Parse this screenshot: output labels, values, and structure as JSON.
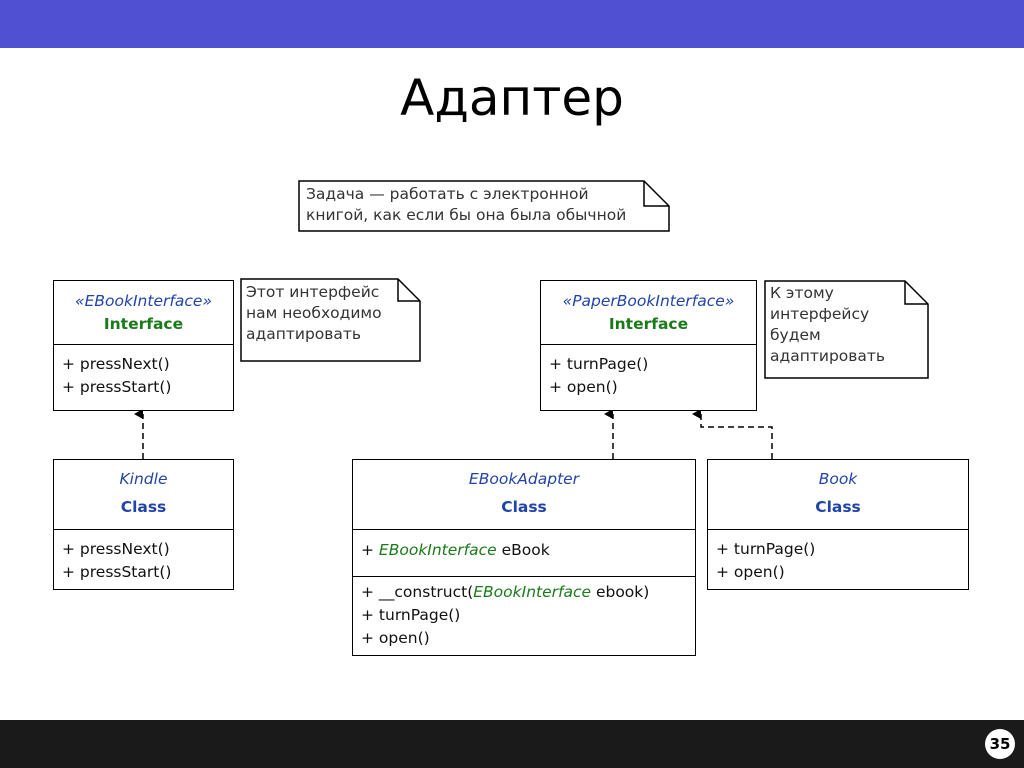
{
  "slide": {
    "title": "Адаптер",
    "page_number": "35"
  },
  "notes": {
    "task": {
      "lines": [
        "Задача — работать с электронной",
        "книгой, как если бы она была обычной"
      ]
    },
    "ebook_note": {
      "lines": [
        "Этот интерфейс",
        "нам необходимо",
        "адаптировать"
      ]
    },
    "paper_note": {
      "lines": [
        "К этому",
        "интерфейсу",
        "будем",
        "адаптировать"
      ]
    }
  },
  "classes": {
    "ebook_interface": {
      "stereotype": "«EBookInterface»",
      "kind": "Interface",
      "methods": [
        "+ pressNext()",
        "+ pressStart()"
      ]
    },
    "paper_interface": {
      "stereotype": "«PaperBookInterface»",
      "kind": "Interface",
      "methods": [
        "+ turnPage()",
        "+ open()"
      ]
    },
    "kindle": {
      "name": "Kindle",
      "kind": "Class",
      "methods": [
        "+ pressNext()",
        "+ pressStart()"
      ]
    },
    "adapter": {
      "name": "EBookAdapter",
      "kind": "Class",
      "attribute": {
        "prefix": "+ ",
        "type": "EBookInterface",
        "name": " eBook"
      },
      "construct": {
        "prefix": "+ __construct(",
        "type": "EBookInterface",
        "suffix": " ebook)"
      },
      "methods": [
        "+ turnPage()",
        "+ open()"
      ]
    },
    "book": {
      "name": "Book",
      "kind": "Class",
      "methods": [
        "+ turnPage()",
        "+ open()"
      ]
    }
  },
  "colors": {
    "top_bar": "#5050d2",
    "bottom_bar": "#1a1a1a",
    "stereotype_text": "#2244aa",
    "interface_label": "#1a7a1a"
  }
}
